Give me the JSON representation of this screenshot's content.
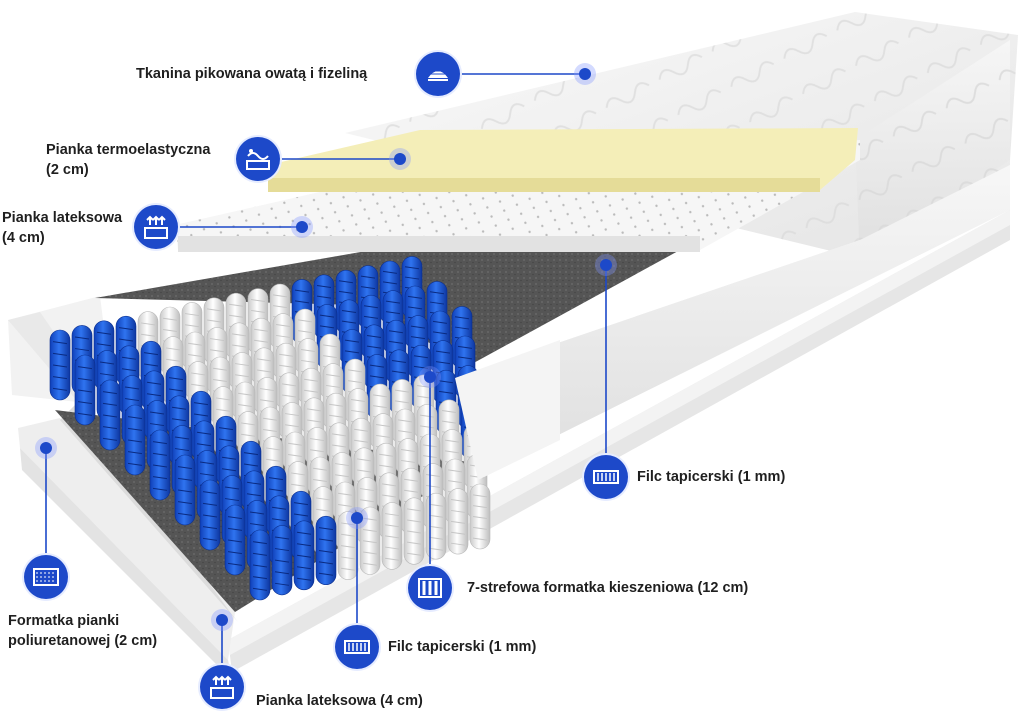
{
  "callouts": [
    {
      "id": "top-fabric",
      "text": "Tkanina pikowana owatą i fizeliną",
      "icon": "quilted-fabric-icon"
    },
    {
      "id": "thermo-foam",
      "text": "Pianka termoelastyczna (2 cm)",
      "icon": "thermo-foam-icon"
    },
    {
      "id": "latex-top",
      "text": "Pianka lateksowa (4 cm)",
      "icon": "latex-foam-icon"
    },
    {
      "id": "felt-right",
      "text": "Filc tapicerski (1 mm)",
      "icon": "felt-icon"
    },
    {
      "id": "pocket-springs",
      "text": "7-strefowa formatka kieszeniowa (12 cm)",
      "icon": "pocket-spring-icon"
    },
    {
      "id": "felt-bottom",
      "text": "Filc tapicerski (1 mm)",
      "icon": "felt-icon"
    },
    {
      "id": "pu-foam",
      "text": "Formatka pianki poliuretanowej (2 cm)",
      "icon": "pu-foam-icon"
    },
    {
      "id": "latex-bottom",
      "text": "Pianka lateksowa (4 cm)",
      "icon": "latex-foam-icon"
    }
  ],
  "colors": {
    "accent": "#1d49c9",
    "spring_blue": "#1f5ce0",
    "spring_white": "#f2f2f2",
    "felt": "#5b5b5b",
    "thermo_foam": "#f4eeb8",
    "latex_foam": "#f3f3f3"
  }
}
